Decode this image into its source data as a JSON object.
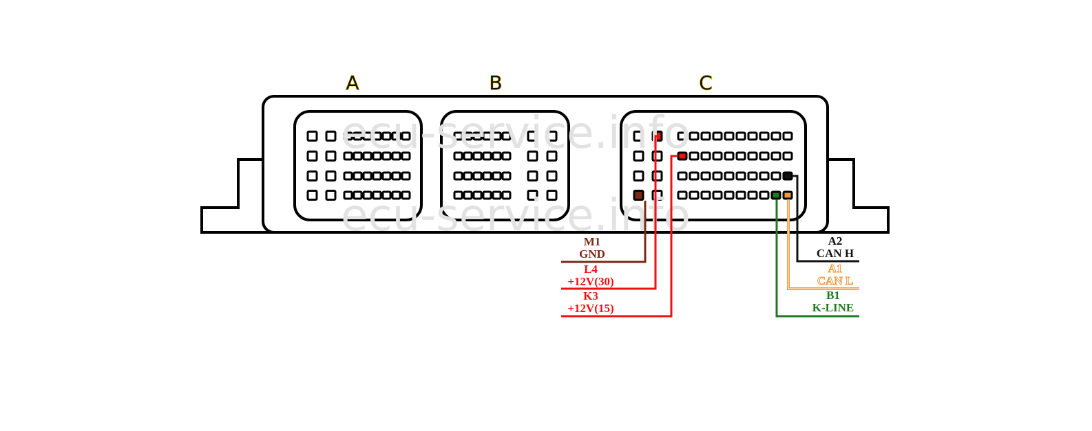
{
  "watermark": "ecu-service.info",
  "connectors": [
    {
      "name": "A",
      "label": "A"
    },
    {
      "name": "B",
      "label": "B"
    },
    {
      "name": "C",
      "label": "C"
    }
  ],
  "wires": [
    {
      "id": "gnd",
      "pin": "M1",
      "signal": "GND",
      "color": "#7a2a14"
    },
    {
      "id": "bat",
      "pin": "L4",
      "signal": "+12V(30)",
      "color": "#ee1111"
    },
    {
      "id": "ign",
      "pin": "K3",
      "signal": "+12V(15)",
      "color": "#ee1111"
    },
    {
      "id": "canh",
      "pin": "A2",
      "signal": "CAN H",
      "color": "#111111"
    },
    {
      "id": "canl",
      "pin": "A1",
      "signal": "CAN L",
      "color": "#f39a3c"
    },
    {
      "id": "kline",
      "pin": "B1",
      "signal": "K-LINE",
      "color": "#1f7a1f"
    }
  ]
}
